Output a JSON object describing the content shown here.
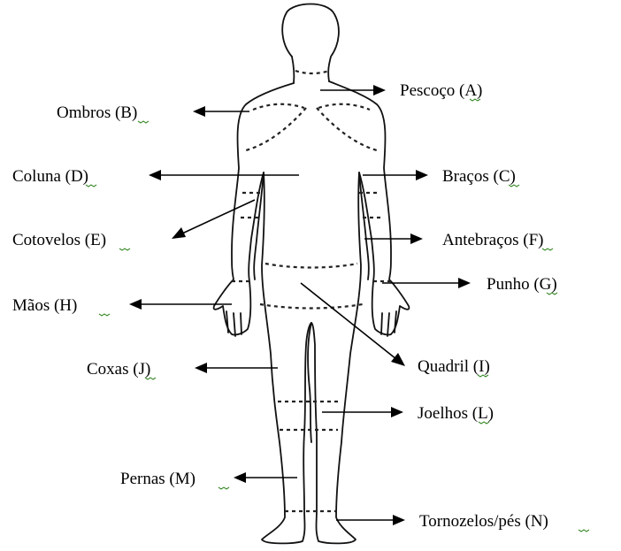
{
  "labels": {
    "a": "Pescoço (A)",
    "b": "Ombros (B)",
    "c": "Braços (C)",
    "d": "Coluna (D)",
    "e": "Cotovelos (E)",
    "f": "Antebraços (F)",
    "g": "Punho (G)",
    "h": "Mãos (H)",
    "i": "Quadril (I)",
    "j": "Coxas (J)",
    "l": "Joelhos (L)",
    "m": "Pernas (M)",
    "n": "Tornozelos/pés (N)"
  },
  "colors": {
    "ink": "#000000",
    "spellcheck_underline": "#3a8a2a"
  },
  "figure": "body-back-outline"
}
